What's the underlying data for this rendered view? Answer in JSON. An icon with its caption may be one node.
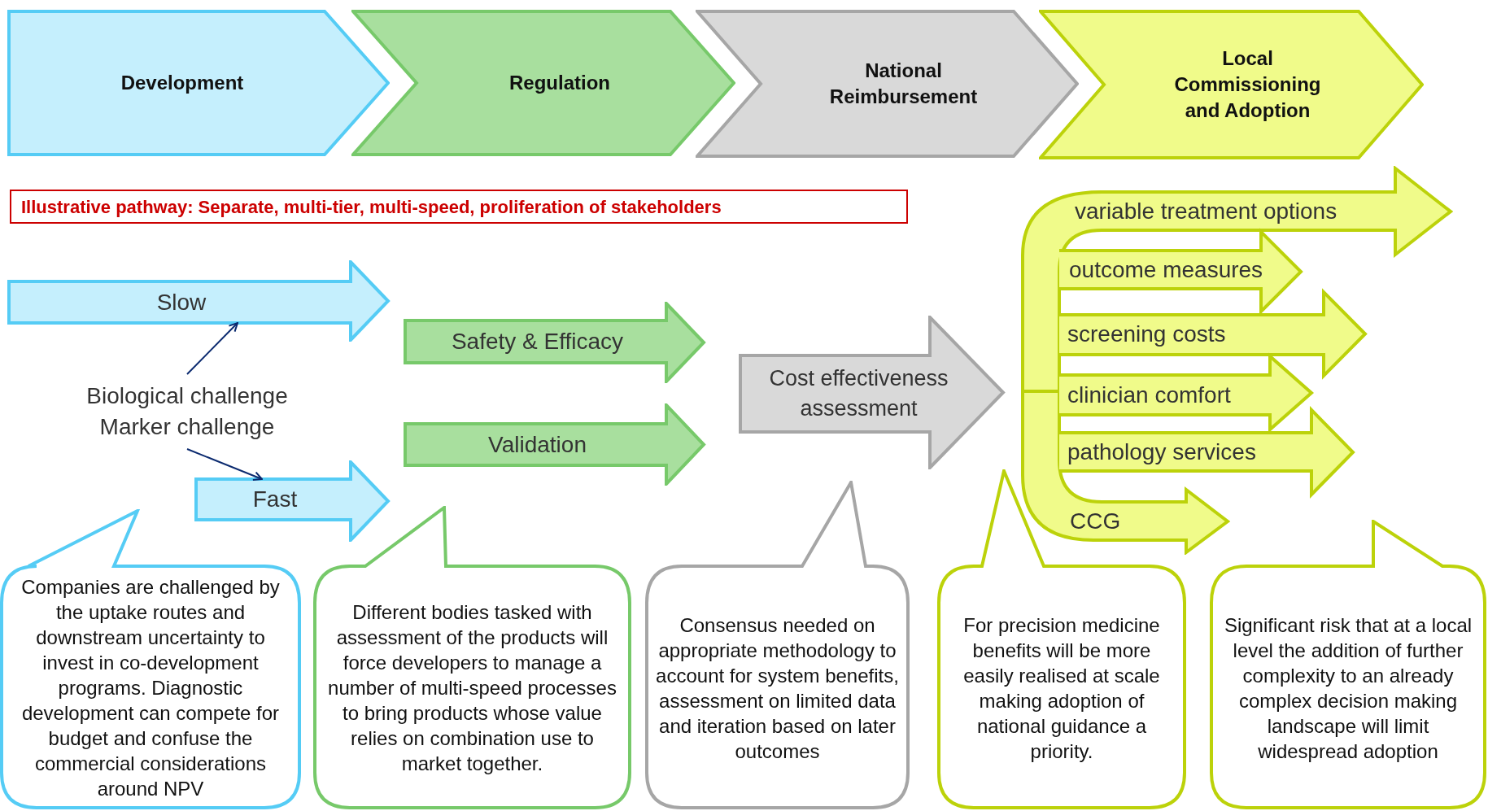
{
  "diagram": {
    "nodes": [
      {
        "text": [
          "Development"
        ]
      },
      {
        "text": [
          "Regulation"
        ]
      },
      {
        "text": [
          "National Reimbursement"
        ]
      },
      {
        "text": [
          "Local Commissioning and Adoption"
        ]
      },
      {
        "text": [
          "Illustrative pathway: Separate, multi-tier, multi-speed, proliferation of stakeholders"
        ]
      },
      {
        "text": [
          "Slow"
        ]
      },
      {
        "text": [
          "Biological challenge",
          "Marker challenge"
        ]
      },
      {
        "text": [
          "Fast"
        ]
      },
      {
        "text": [
          "Safety & Efficacy"
        ]
      },
      {
        "text": [
          "Validation"
        ]
      },
      {
        "text": [
          "Cost effectiveness assessment"
        ]
      },
      {
        "text": [
          "variable treatment options",
          "outcome measures",
          "screening costs",
          "clinician comfort",
          "pathology services",
          "CCG"
        ]
      },
      {
        "text": [
          "Companies are challenged by the uptake routes and downstream uncertainty to invest in co-development programs. Diagnostic development can compete for budget and confuse the commercial considerations around NPV"
        ]
      },
      {
        "text": [
          "Different bodies tasked with assessment of the products will force developers to manage a number of multi-speed processes to bring products whose value relies on combination use to market together."
        ]
      },
      {
        "text": [
          "Consensus needed on appropriate methodology to account for system benefits, assessment on limited data and iteration based on later outcomes"
        ]
      },
      {
        "text": [
          "For precision medicine benefits will be more easily realised at scale making adoption of national guidance a priority."
        ]
      },
      {
        "text": [
          "Significant risk that at a local level the addition of further complexity to an already complex decision making landscape will limit widespread adoption"
        ]
      }
    ],
    "edges": [
      {
        "from": 6,
        "to": 5,
        "arrow": "to"
      },
      {
        "from": 6,
        "to": 7,
        "arrow": "to"
      }
    ]
  }
}
